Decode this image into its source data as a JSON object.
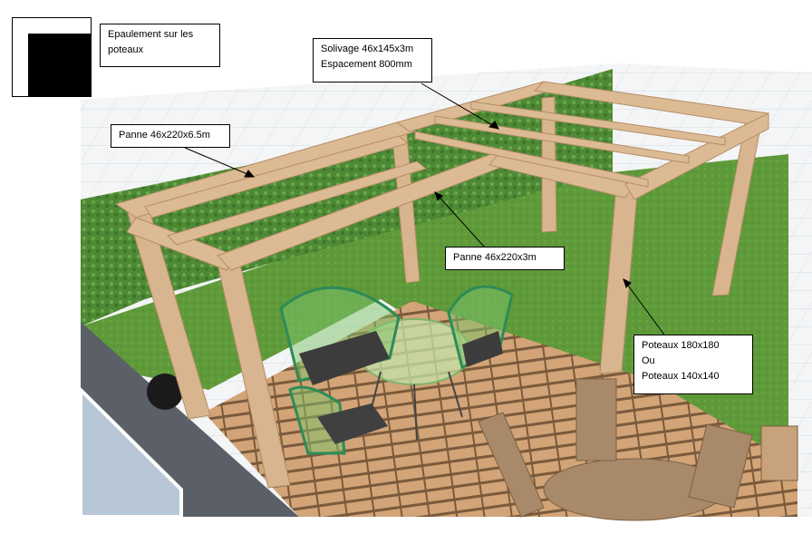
{
  "labels": {
    "epaulement": [
      "Epaulement sur les",
      "poteaux"
    ],
    "solivage": [
      "Solivage 46x145x3m",
      "Espacement  800mm"
    ],
    "panne_long": [
      "Panne 46x220x6.5m"
    ],
    "panne_short": [
      "Panne 46x220x3m"
    ],
    "poteaux": [
      "Poteaux 180x180",
      "Ou",
      "Poteaux 140x140"
    ]
  },
  "icons": [
    "shoulder-joint-icon"
  ],
  "colors": {
    "wood": "#d6b48e",
    "wood_shadow": "#b8926a",
    "grass": "#5f9a3a",
    "hedge": "#4f8a36",
    "deck": "#c99a6e",
    "floor_tile": "#eef0f2",
    "wall": "#5b6068",
    "chair_frame": "#2e8b57",
    "cushion": "#3c3c3c"
  }
}
